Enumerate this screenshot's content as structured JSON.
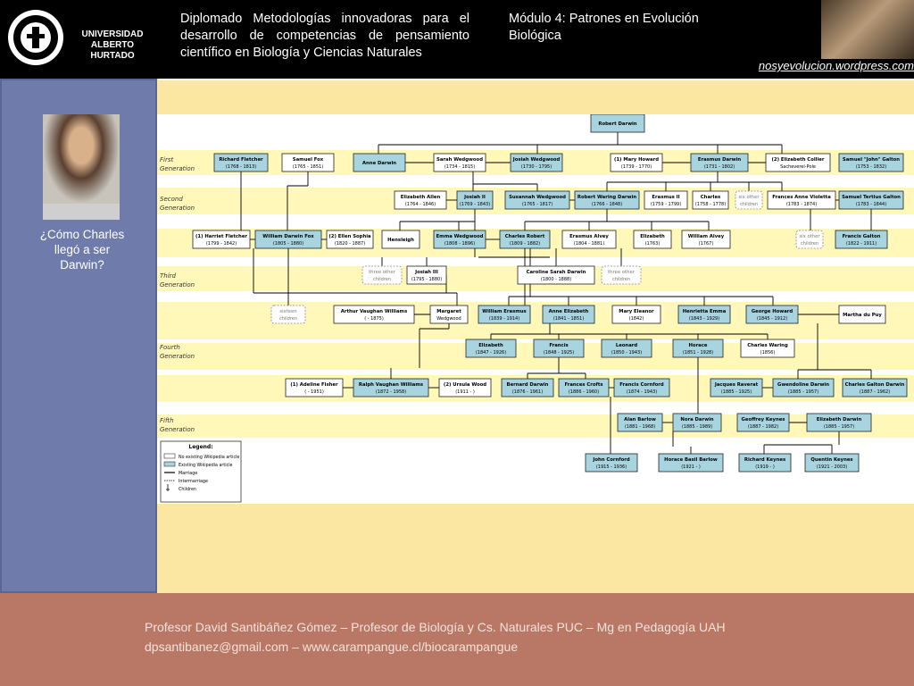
{
  "header": {
    "university": "UNIVERSIDAD\nALBERTO HURTADO",
    "course_title": "Diplomado Metodologías innovadoras para el desarrollo de competencias de pensamiento científico en Biología y Ciencias Naturales",
    "module_title": "Módulo 4: Patrones en Evolución Biológica",
    "blog_link": "nosyevolucion.wordpress.com"
  },
  "sidebar": {
    "question": "¿Cómo Charles llegó a ser Darwin?"
  },
  "generations": [
    "First\nGeneration",
    "Second\nGeneration",
    "Third\nGeneration",
    "Fourth\nGeneration",
    "Fifth\nGeneration"
  ],
  "legend": {
    "title": "Legend:",
    "items": [
      "No existing Wikipedia article",
      "Existing Wikipedia article",
      "Marriage",
      "Intermarriage",
      "Children"
    ]
  },
  "people": [
    {
      "id": "robert_darwin",
      "name": "Robert Darwin",
      "dates": "",
      "article": true
    },
    {
      "id": "richard_fletcher",
      "name": "Richard Fletcher",
      "dates": "(1768 - 1813)",
      "article": true
    },
    {
      "id": "samuel_fox",
      "name": "Samuel Fox",
      "dates": "(1765 - 1851)",
      "article": false
    },
    {
      "id": "anne_darwin",
      "name": "Anne Darwin",
      "dates": "",
      "article": true
    },
    {
      "id": "sarah_wedgwood",
      "name": "Sarah Wedgwood",
      "dates": "(1734 - 1815)",
      "article": false
    },
    {
      "id": "josiah_wedgwood",
      "name": "Josiah Wedgwood",
      "dates": "(1730 - 1795)",
      "article": true
    },
    {
      "id": "mary_howard",
      "name": "(1) Mary Howard",
      "dates": "(1739 - 1770)",
      "article": false
    },
    {
      "id": "erasmus_darwin",
      "name": "Erasmus Darwin",
      "dates": "(1731 - 1802)",
      "article": true
    },
    {
      "id": "elizabeth_collier",
      "name": "(2) Elizabeth Collier",
      "dates": "Sacheverel-Pole",
      "article": false
    },
    {
      "id": "samuel_john_galton",
      "name": "Samuel \"John\" Galton",
      "dates": "(1753 - 1832)",
      "article": true
    },
    {
      "id": "elizabeth_allen",
      "name": "Elizabeth Allen",
      "dates": "(1764 - 1846)",
      "article": false
    },
    {
      "id": "josiah_ii",
      "name": "Josiah II",
      "dates": "(1769 - 1843)",
      "article": true
    },
    {
      "id": "susannah_wedgwood",
      "name": "Susannah Wedgwood",
      "dates": "(1765 - 1817)",
      "article": true
    },
    {
      "id": "robert_waring_darwin",
      "name": "Robert Waring Darwin",
      "dates": "(1766 - 1848)",
      "article": true
    },
    {
      "id": "erasmus_ii",
      "name": "Erasmus II",
      "dates": "(1759 - 1799)",
      "article": false
    },
    {
      "id": "charles_1758",
      "name": "Charles",
      "dates": "(1758 - 1778)",
      "article": false
    },
    {
      "id": "six_other",
      "name": "six other",
      "dates": "children",
      "article": false,
      "dashed": true
    },
    {
      "id": "frances_anne_violetta",
      "name": "Frances Anne Violetta",
      "dates": "(1783 - 1874)",
      "article": false
    },
    {
      "id": "samuel_tertius_galton",
      "name": "Samuel Tertius Galton",
      "dates": "(1783 - 1844)",
      "article": true
    },
    {
      "id": "harriet_fletcher",
      "name": "(1) Harriet Fletcher",
      "dates": "(1799 - 1842)",
      "article": false
    },
    {
      "id": "william_darwin_fox",
      "name": "William Darwin Fox",
      "dates": "(1805 - 1880)",
      "article": true
    },
    {
      "id": "ellen_sophia",
      "name": "(2) Ellen Sophia",
      "dates": "(1820 - 1887)",
      "article": false
    },
    {
      "id": "hensleigh",
      "name": "Hensleigh",
      "dates": "",
      "article": false
    },
    {
      "id": "emma_wedgwood",
      "name": "Emma Wedgwood",
      "dates": "(1808 - 1896)",
      "article": true
    },
    {
      "id": "charles_robert",
      "name": "Charles Robert",
      "dates": "(1809 - 1882)",
      "article": true
    },
    {
      "id": "erasmus_alvey",
      "name": "Erasmus Alvey",
      "dates": "(1804 - 1881)",
      "article": false
    },
    {
      "id": "elizabeth_1763",
      "name": "Elizabeth",
      "dates": "(1763)",
      "article": false
    },
    {
      "id": "william_alvey",
      "name": "William Alvey",
      "dates": "(1767)",
      "article": false
    },
    {
      "id": "six_other_2",
      "name": "six other",
      "dates": "children",
      "article": false,
      "dashed": true
    },
    {
      "id": "francis_galton",
      "name": "Francis Galton",
      "dates": "(1822 - 1911)",
      "article": true
    },
    {
      "id": "three_other_1",
      "name": "three other",
      "dates": "children",
      "article": false,
      "dashed": true
    },
    {
      "id": "josiah_iii",
      "name": "Josiah III",
      "dates": "(1795 - 1880)",
      "article": false
    },
    {
      "id": "caroline_sarah_darwin",
      "name": "Caroline Sarah Darwin",
      "dates": "(1800 - 1888)",
      "article": false
    },
    {
      "id": "three_other_2",
      "name": "three other",
      "dates": "children",
      "article": false,
      "dashed": true
    },
    {
      "id": "sixteen_children",
      "name": "sixteen",
      "dates": "children",
      "article": false,
      "dashed": true
    },
    {
      "id": "arthur_vaughan_williams",
      "name": "Arthur Vaughan Williams",
      "dates": "( - 1875)",
      "article": false
    },
    {
      "id": "margaret_wedgwood",
      "name": "Margaret",
      "dates": "Wedgwood",
      "article": false
    },
    {
      "id": "william_erasmus",
      "name": "William Erasmus",
      "dates": "(1839 - 1914)",
      "article": true
    },
    {
      "id": "anne_elizabeth",
      "name": "Anne Elizabeth",
      "dates": "(1841 - 1851)",
      "article": true
    },
    {
      "id": "mary_eleanor",
      "name": "Mary Eleanor",
      "dates": "(1842)",
      "article": false
    },
    {
      "id": "henrietta_emma",
      "name": "Henrietta Emma",
      "dates": "(1843 - 1929)",
      "article": true
    },
    {
      "id": "george_howard",
      "name": "George Howard",
      "dates": "(1845 - 1912)",
      "article": true
    },
    {
      "id": "martha_du_puy",
      "name": "Martha du Puy",
      "dates": "",
      "article": false
    },
    {
      "id": "elizabeth_1847",
      "name": "Elizabeth",
      "dates": "(1847 - 1926)",
      "article": true
    },
    {
      "id": "francis",
      "name": "Francis",
      "dates": "(1848 - 1925)",
      "article": true
    },
    {
      "id": "leonard",
      "name": "Leonard",
      "dates": "(1850 - 1943)",
      "article": true
    },
    {
      "id": "horace",
      "name": "Horace",
      "dates": "(1851 - 1928)",
      "article": true
    },
    {
      "id": "charles_waring",
      "name": "Charles Waring",
      "dates": "(1856)",
      "article": false
    },
    {
      "id": "adeline_fisher",
      "name": "(1) Adeline Fisher",
      "dates": "( - 1951)",
      "article": false
    },
    {
      "id": "ralph_vaughan_williams",
      "name": "Ralph Vaughan Williams",
      "dates": "(1872 - 1958)",
      "article": true
    },
    {
      "id": "ursula_wood",
      "name": "(2) Ursula Wood",
      "dates": "(1911 - )",
      "article": false
    },
    {
      "id": "bernard_darwin",
      "name": "Bernard Darwin",
      "dates": "(1876 - 1961)",
      "article": true
    },
    {
      "id": "frances_crofts",
      "name": "Frances Crofts",
      "dates": "(1886 - 1960)",
      "article": true
    },
    {
      "id": "francis_cornford",
      "name": "Francis Cornford",
      "dates": "(1874 - 1943)",
      "article": true
    },
    {
      "id": "jacques_raverat",
      "name": "Jacques Raverat",
      "dates": "(1885 - 1925)",
      "article": true
    },
    {
      "id": "gwendoline_darwin",
      "name": "Gwendoline Darwin",
      "dates": "(1885 - 1957)",
      "article": true
    },
    {
      "id": "charles_galton_darwin",
      "name": "Charles Galton Darwin",
      "dates": "(1887 - 1962)",
      "article": true
    },
    {
      "id": "alan_barlow",
      "name": "Alan Barlow",
      "dates": "(1881 - 1968)",
      "article": true
    },
    {
      "id": "nora_darwin",
      "name": "Nora Darwin",
      "dates": "(1885 - 1989)",
      "article": true
    },
    {
      "id": "geoffrey_keynes",
      "name": "Geoffrey Keynes",
      "dates": "(1887 - 1982)",
      "article": true
    },
    {
      "id": "elizabeth_darwin",
      "name": "Elizabeth Darwin",
      "dates": "(1885 - 1957)",
      "article": true
    },
    {
      "id": "john_cornford",
      "name": "John Cornford",
      "dates": "(1915 - 1936)",
      "article": true
    },
    {
      "id": "horace_basil_barlow",
      "name": "Horace Basil Barlow",
      "dates": "(1921 - )",
      "article": true
    },
    {
      "id": "richard_keynes",
      "name": "Richard Keynes",
      "dates": "(1919 - )",
      "article": true
    },
    {
      "id": "quentin_keynes",
      "name": "Quentin Keynes",
      "dates": "(1921 - 2003)",
      "article": true
    }
  ],
  "colors": {
    "article": "#a8d4e0",
    "no_article": "#ffffff",
    "band": "#fff8b8",
    "header": "#000000",
    "sidebar": "#6e7bab",
    "footer": "#b97766"
  },
  "footer": {
    "line1": "Profesor David Santibáñez Gómez – Profesor de Biología y Cs. Naturales PUC – Mg en Pedagogía UAH",
    "line2": "dpsantibanez@gmail.com – www.carampangue.cl/biocarampangue"
  }
}
